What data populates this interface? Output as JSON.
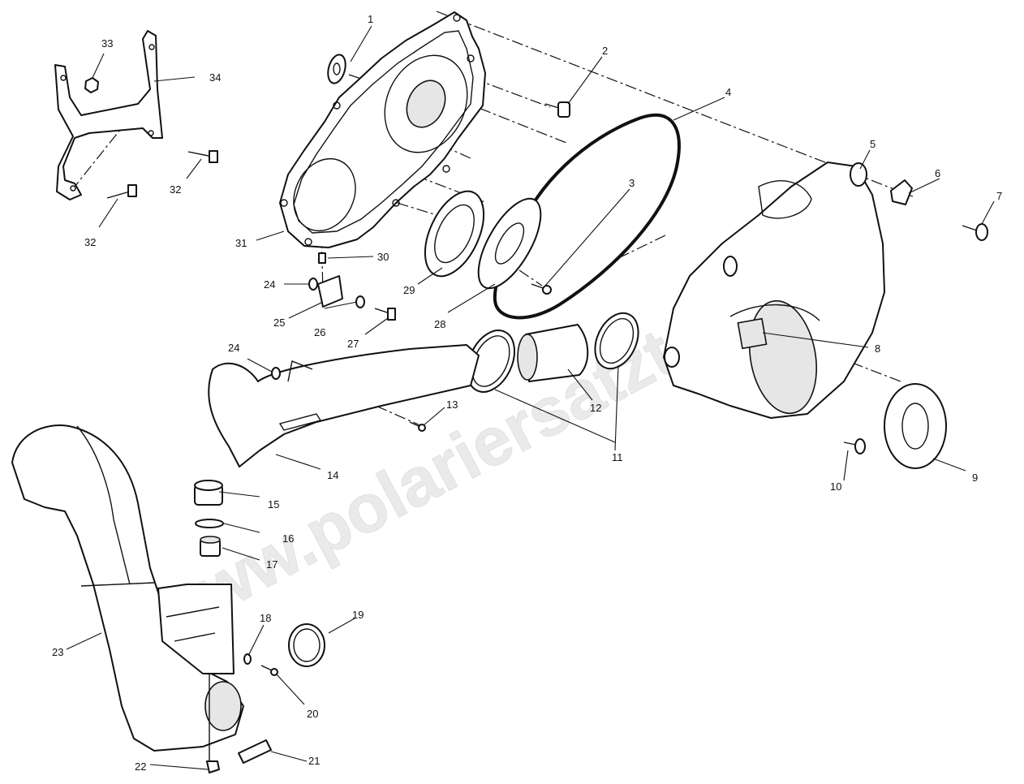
{
  "watermark": "www.polariersatzteile.de",
  "callouts": {
    "c1": "1",
    "c2": "2",
    "c3": "3",
    "c4": "4",
    "c5": "5",
    "c6": "6",
    "c7": "7",
    "c8": "8",
    "c9": "9",
    "c10": "10",
    "c11": "11",
    "c12": "12",
    "c13": "13",
    "c14": "14",
    "c15": "15",
    "c16": "16",
    "c17": "17",
    "c18": "18",
    "c19": "19",
    "c20": "20",
    "c21": "21",
    "c22": "22",
    "c23": "23",
    "c24a": "24",
    "c24b": "24",
    "c25": "25",
    "c26": "26",
    "c27": "27",
    "c28": "28",
    "c29": "29",
    "c30": "30",
    "c31": "31",
    "c32a": "32",
    "c32b": "32",
    "c33": "33",
    "c34": "34"
  }
}
